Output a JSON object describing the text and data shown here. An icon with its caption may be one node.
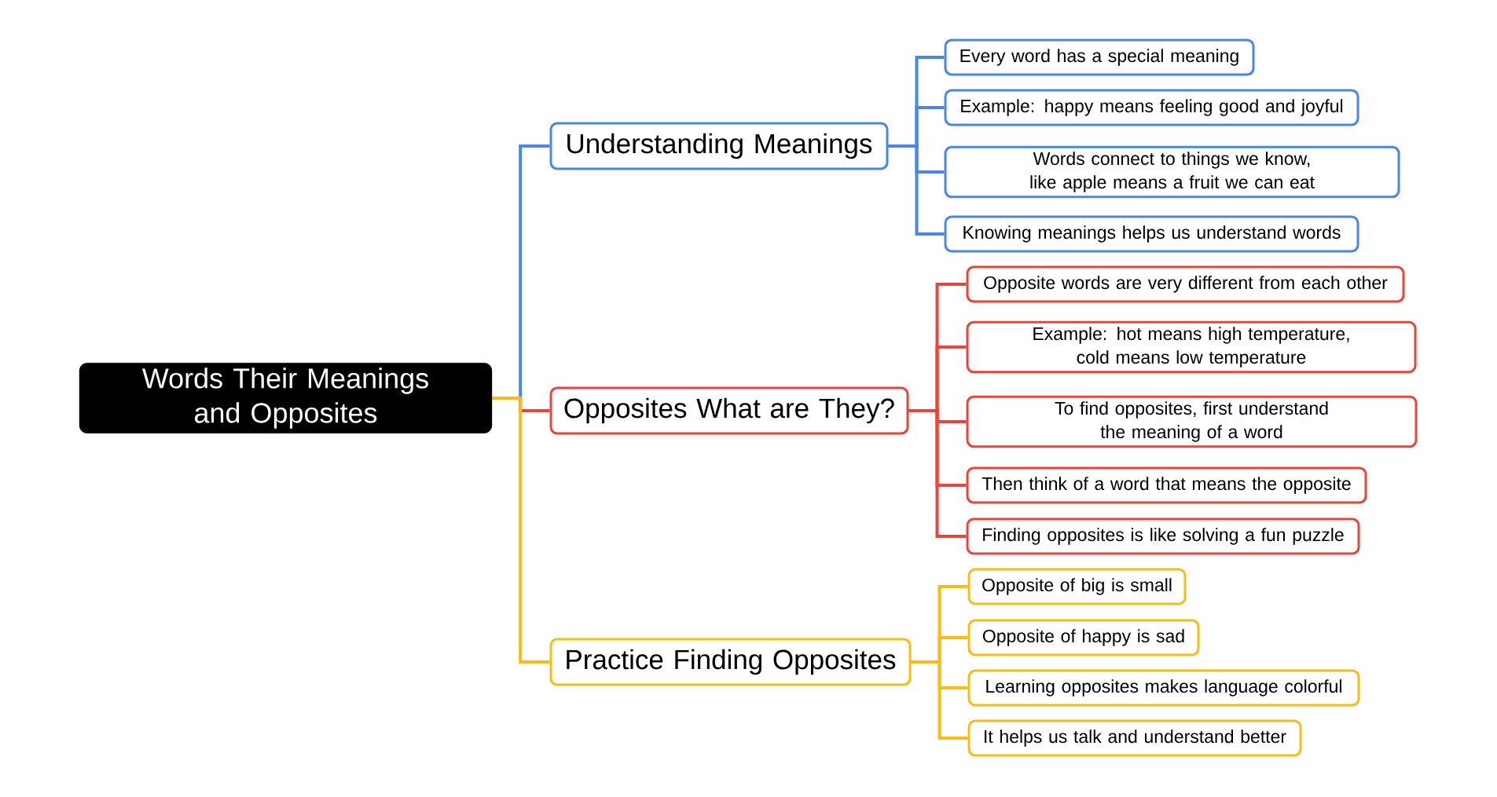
{
  "diagram": {
    "nodes": [
      {
        "text": [
          "Words Their Meanings and Opposites"
        ]
      },
      {
        "text": [
          "Understanding Meanings"
        ]
      },
      {
        "text": [
          "Every word has a special meaning"
        ]
      },
      {
        "text": [
          "Example: happy means feeling good and joyful"
        ]
      },
      {
        "text": [
          "Words connect to things we know, like apple means a fruit we can eat"
        ]
      },
      {
        "text": [
          "Knowing meanings helps us understand words"
        ]
      },
      {
        "text": [
          "Opposites What are They?"
        ]
      },
      {
        "text": [
          "Opposite words are very different from each other"
        ]
      },
      {
        "text": [
          "Example: hot means high temperature, cold means low temperature"
        ]
      },
      {
        "text": [
          "To find opposites, first understand the meaning of a word"
        ]
      },
      {
        "text": [
          "Then think of a word that means the opposite"
        ]
      },
      {
        "text": [
          "Finding opposites is like solving a fun puzzle"
        ]
      },
      {
        "text": [
          "Practice Finding Opposites"
        ]
      },
      {
        "text": [
          "Opposite of big is small"
        ]
      },
      {
        "text": [
          "Opposite of happy is sad"
        ]
      },
      {
        "text": [
          "Learning opposites makes language colorful"
        ]
      },
      {
        "text": [
          "It helps us talk and understand better"
        ]
      }
    ],
    "edges": [
      {
        "from": 0,
        "to": 1,
        "arrow": "none",
        "color": "#4a86e8"
      },
      {
        "from": 1,
        "to": 2,
        "arrow": "none",
        "color": "#4a86e8"
      },
      {
        "from": 1,
        "to": 3,
        "arrow": "none",
        "color": "#4a86e8"
      },
      {
        "from": 1,
        "to": 4,
        "arrow": "none",
        "color": "#4a86e8"
      },
      {
        "from": 1,
        "to": 5,
        "arrow": "none",
        "color": "#4a86e8"
      },
      {
        "from": 0,
        "to": 6,
        "arrow": "none",
        "color": "#e8453c"
      },
      {
        "from": 6,
        "to": 7,
        "arrow": "none",
        "color": "#e8453c"
      },
      {
        "from": 6,
        "to": 8,
        "arrow": "none",
        "color": "#e8453c"
      },
      {
        "from": 6,
        "to": 9,
        "arrow": "none",
        "color": "#e8453c"
      },
      {
        "from": 6,
        "to": 10,
        "arrow": "none",
        "color": "#e8453c"
      },
      {
        "from": 6,
        "to": 11,
        "arrow": "none",
        "color": "#e8453c"
      },
      {
        "from": 0,
        "to": 12,
        "arrow": "none",
        "color": "#f9bc15"
      },
      {
        "from": 12,
        "to": 13,
        "arrow": "none",
        "color": "#f9bc15"
      },
      {
        "from": 12,
        "to": 14,
        "arrow": "none",
        "color": "#f9bc15"
      },
      {
        "from": 12,
        "to": 15,
        "arrow": "none",
        "color": "#f9bc15"
      },
      {
        "from": 12,
        "to": 16,
        "arrow": "none",
        "color": "#f9bc15"
      }
    ]
  }
}
